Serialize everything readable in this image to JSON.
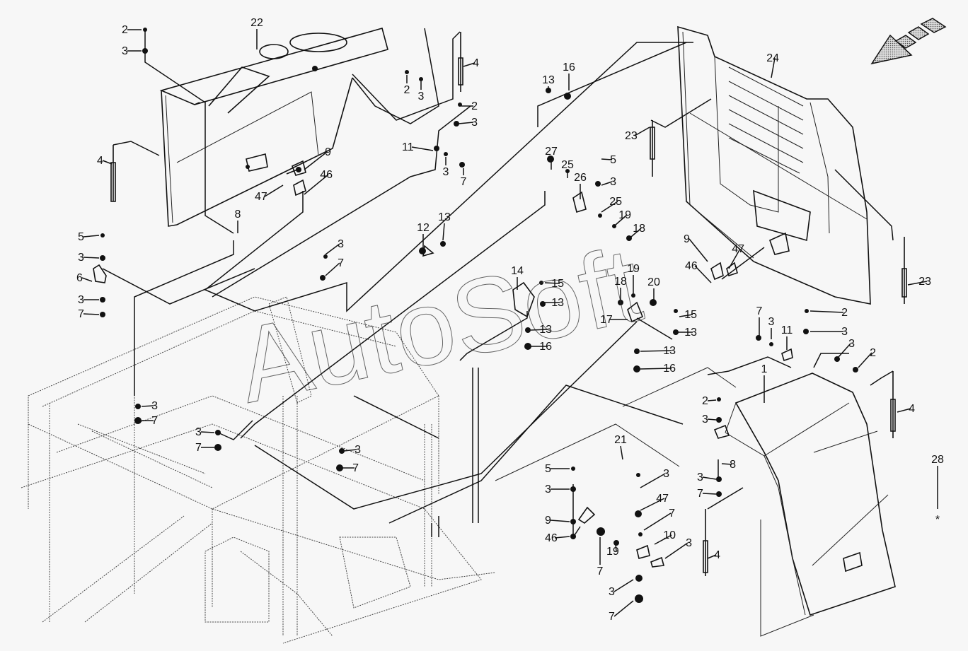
{
  "diagram": {
    "type": "exploded-parts-diagram",
    "subject": "Engine hood / rear cover assembly with gas struts on frame",
    "watermark": "AutoSoft",
    "direction_indicator": "arrow-pointing-front-left",
    "callouts": [
      {
        "label": "22",
        "part": "upper-rear-hood"
      },
      {
        "label": "2"
      },
      {
        "label": "3"
      },
      {
        "label": "4",
        "part": "gas-strut"
      },
      {
        "label": "2"
      },
      {
        "label": "3"
      },
      {
        "label": "4",
        "part": "gas-strut"
      },
      {
        "label": "2"
      },
      {
        "label": "3"
      },
      {
        "label": "11"
      },
      {
        "label": "3"
      },
      {
        "label": "7"
      },
      {
        "label": "9"
      },
      {
        "label": "46"
      },
      {
        "label": "47"
      },
      {
        "label": "8"
      },
      {
        "label": "5"
      },
      {
        "label": "3"
      },
      {
        "label": "6"
      },
      {
        "label": "3"
      },
      {
        "label": "7"
      },
      {
        "label": "3"
      },
      {
        "label": "7"
      },
      {
        "label": "12"
      },
      {
        "label": "13"
      },
      {
        "label": "13"
      },
      {
        "label": "16"
      },
      {
        "label": "24",
        "part": "side-louvered-panel"
      },
      {
        "label": "23",
        "part": "gas-strut"
      },
      {
        "label": "23",
        "part": "gas-strut"
      },
      {
        "label": "27"
      },
      {
        "label": "25"
      },
      {
        "label": "26"
      },
      {
        "label": "5"
      },
      {
        "label": "3"
      },
      {
        "label": "25"
      },
      {
        "label": "19"
      },
      {
        "label": "18"
      },
      {
        "label": "9"
      },
      {
        "label": "47"
      },
      {
        "label": "46"
      },
      {
        "label": "14"
      },
      {
        "label": "15"
      },
      {
        "label": "13"
      },
      {
        "label": "13"
      },
      {
        "label": "16"
      },
      {
        "label": "18"
      },
      {
        "label": "19"
      },
      {
        "label": "20"
      },
      {
        "label": "17"
      },
      {
        "label": "15"
      },
      {
        "label": "13"
      },
      {
        "label": "13"
      },
      {
        "label": "16"
      },
      {
        "label": "7"
      },
      {
        "label": "3"
      },
      {
        "label": "11"
      },
      {
        "label": "2"
      },
      {
        "label": "3"
      },
      {
        "label": "3"
      },
      {
        "label": "2"
      },
      {
        "label": "1",
        "part": "rear-hood-door"
      },
      {
        "label": "4",
        "part": "gas-strut"
      },
      {
        "label": "2"
      },
      {
        "label": "3"
      },
      {
        "label": "8"
      },
      {
        "label": "3"
      },
      {
        "label": "7"
      },
      {
        "label": "3"
      },
      {
        "label": "7"
      },
      {
        "label": "3"
      },
      {
        "label": "7"
      },
      {
        "label": "3"
      },
      {
        "label": "7"
      },
      {
        "label": "5"
      },
      {
        "label": "3"
      },
      {
        "label": "21"
      },
      {
        "label": "3"
      },
      {
        "label": "7"
      },
      {
        "label": "10"
      },
      {
        "label": "3"
      },
      {
        "label": "9"
      },
      {
        "label": "46"
      },
      {
        "label": "47"
      },
      {
        "label": "7"
      },
      {
        "label": "19"
      },
      {
        "label": "3"
      },
      {
        "label": "7"
      },
      {
        "label": "4",
        "part": "gas-strut"
      },
      {
        "label": "28",
        "part": "asterisk-marker"
      }
    ]
  }
}
